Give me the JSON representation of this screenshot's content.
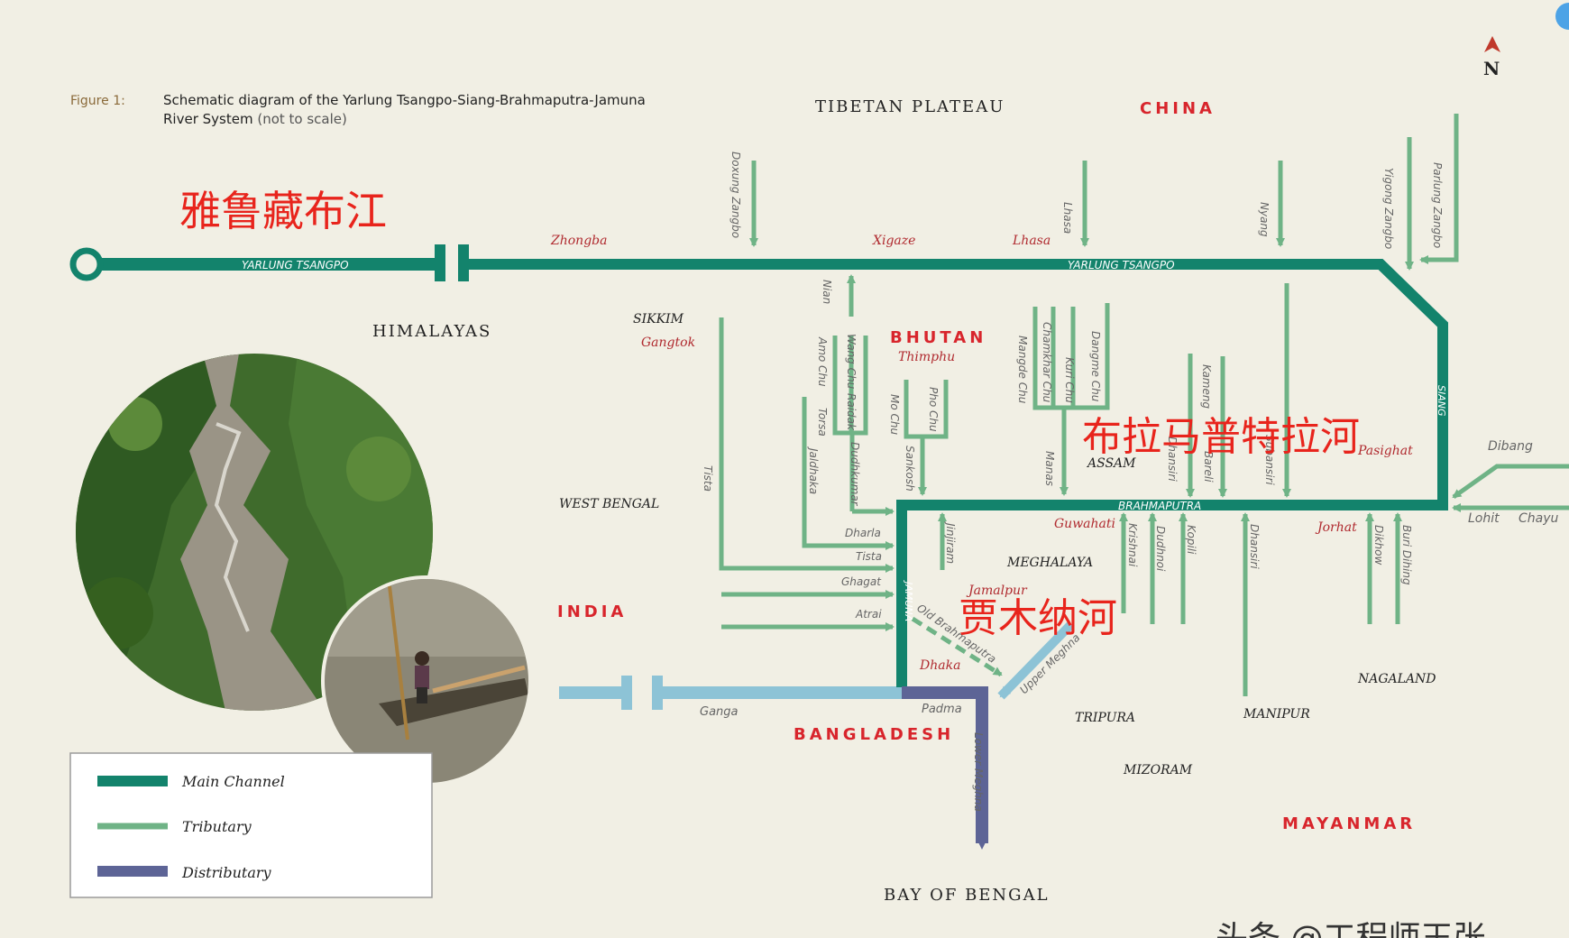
{
  "figure": {
    "label": "Figure 1:",
    "caption_line1": "Schematic diagram of the Yarlung Tsangpo-Siang-Brahmaputra-Jamuna",
    "caption_line2": "River System",
    "caption_note": "(not to scale)"
  },
  "compass": {
    "letter": "N"
  },
  "regions": {
    "tibetan_plateau": "TIBETAN PLATEAU",
    "china": "CHINA",
    "himalayas": "HIMALAYAS",
    "bhutan": "BHUTAN",
    "sikkim": "SIKKIM",
    "west_bengal": "WEST BENGAL",
    "india": "INDIA",
    "assam": "ASSAM",
    "meghalaya": "MEGHALAYA",
    "bangladesh": "BANGLADESH",
    "nagaland": "NAGALAND",
    "manipur": "MANIPUR",
    "tripura": "TRIPURA",
    "mizoram": "MIZORAM",
    "myanmar": "MAYANMAR",
    "bay_of_bengal": "BAY OF BENGAL"
  },
  "cities": {
    "zhongba": "Zhongba",
    "xigaze": "Xigaze",
    "lhasa": "Lhasa",
    "gangtok": "Gangtok",
    "thimphu": "Thimphu",
    "guwahati": "Guwahati",
    "jorhat": "Jorhat",
    "pasighat": "Pasighat",
    "jamalpur": "Jamalpur",
    "dhaka": "Dhaka"
  },
  "rivers": {
    "yarlung1": "YARLUNG TSANGPO",
    "yarlung2": "YARLUNG TSANGPO",
    "siang": "SIANG",
    "brahmaputra": "BRAHMAPUTRA",
    "jamuna": "JAMUNA",
    "doxung": "Doxung Zangbo",
    "lhasa": "Lhasa",
    "nyang": "Nyang",
    "yigong": "Yigong Zangbo",
    "parlung": "Parlung Zangbo",
    "nian": "Nian",
    "amo_chu": "Amo Chu",
    "torsa": "Torsa",
    "wang_chu": "Wang Chu",
    "raidak": "Raidak",
    "jaldhaka": "Jaldhaka",
    "dudhkumar": "Dudhkumar",
    "mo_chu": "Mo Chu",
    "pho_chu": "Pho Chu",
    "sankosh": "Sankosh",
    "mangde_chu": "Mangde Chu",
    "chamkhar_chu": "Chamkhar Chu",
    "kuri_chu": "Kuri Chu",
    "dangme_chu": "Dangme Chu",
    "manas": "Manas",
    "kameng": "Kameng",
    "dhansiri_n": "Dhansiri",
    "bareli": "Bareli",
    "subansiri": "Subansiri",
    "tista_v": "Tista",
    "dharla": "Dharla",
    "tista_h": "Tista",
    "ghagat": "Ghagat",
    "atrai": "Atrai",
    "jinjiram": "Jinjiram",
    "krishnai": "Krishnai",
    "dudhnoi": "Dudhnoi",
    "kopili": "Kopili",
    "dhansiri_s": "Dhansiri",
    "dikhow": "Dikhow",
    "buri_dihing": "Buri Dihing",
    "dibang": "Dibang",
    "lohit": "Lohit",
    "chayu": "Chayu",
    "old_brahmaputra": "Old Brahmaputra",
    "upper_meghna": "Upper Meghna",
    "ganga": "Ganga",
    "padma": "Padma",
    "lower_meghna": "Lower Meghna"
  },
  "annotations": {
    "yarlung_cn": "雅鲁藏布江",
    "brahmaputra_cn": "布拉马普特拉河",
    "jamuna_cn": "贾木纳河"
  },
  "legend": {
    "main": "Main Channel",
    "tributary": "Tributary",
    "distributary": "Distributary"
  },
  "watermark": "头条 @工程师王张",
  "colors": {
    "background": "#f1efe4",
    "main_channel": "#13836c",
    "tributary": "#6fb386",
    "distributary": "#5d6496",
    "ganga": "#8dc3d6",
    "region_red": "#d8252c",
    "city_red": "#b02a2f",
    "annotation_red": "#e8241c"
  }
}
